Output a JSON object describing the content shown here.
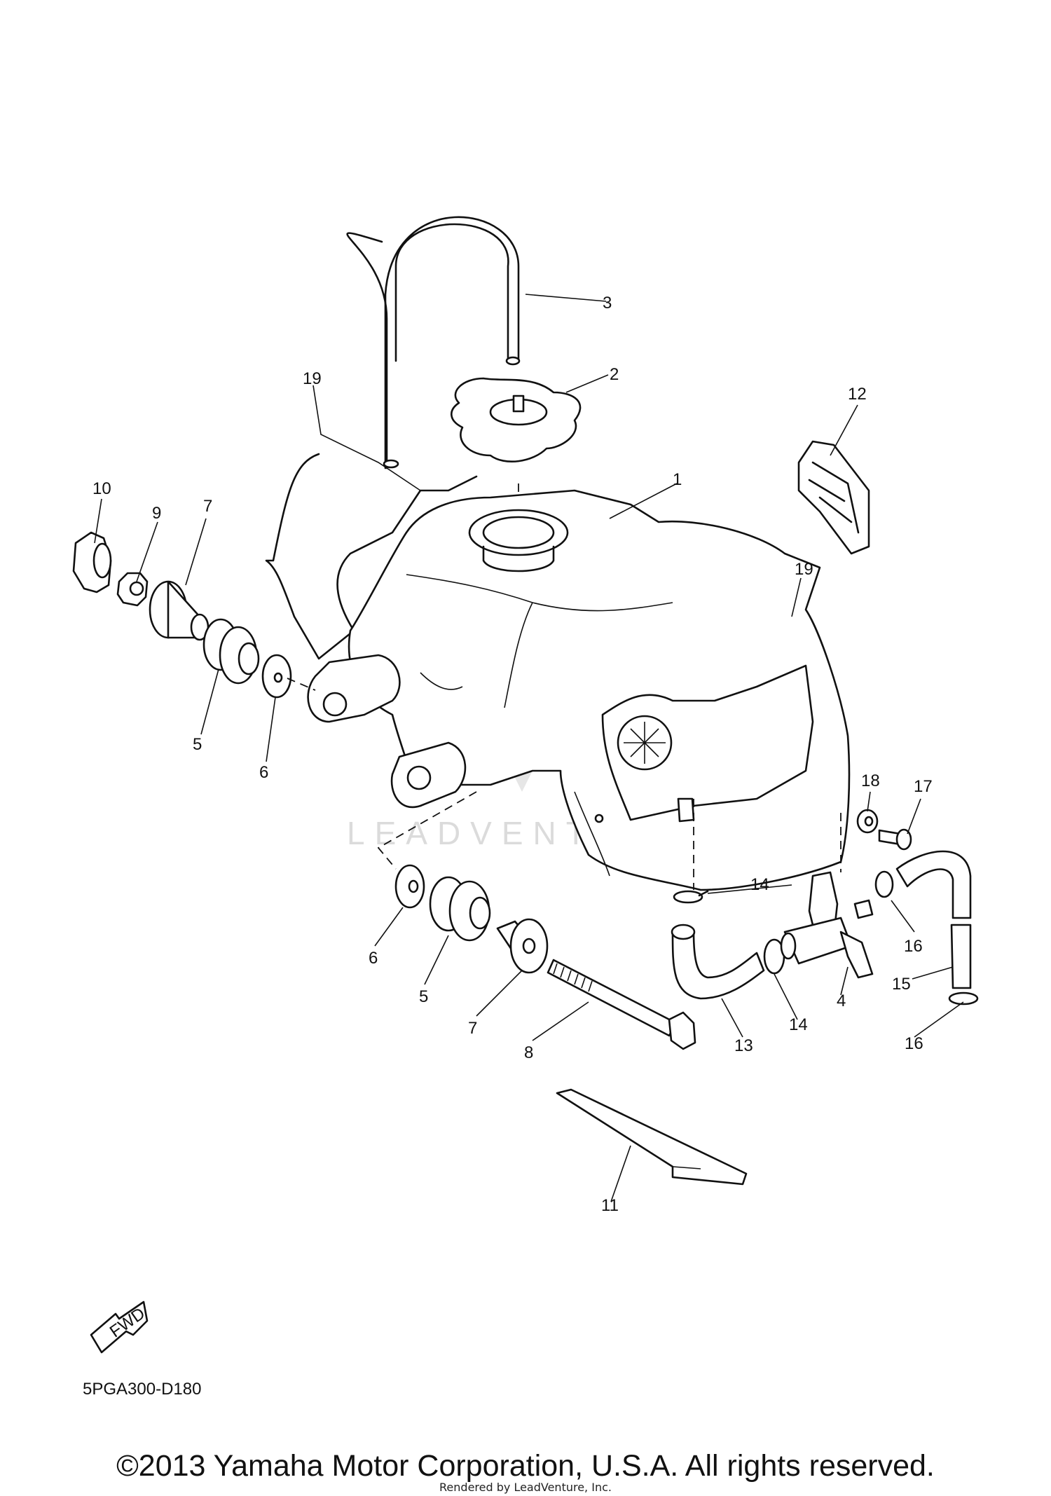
{
  "callouts": [
    "1",
    "2",
    "3",
    "4",
    "5",
    "5",
    "6",
    "6",
    "7",
    "7",
    "8",
    "9",
    "10",
    "11",
    "12",
    "13",
    "14",
    "14",
    "15",
    "16",
    "16",
    "17",
    "18",
    "19",
    "19"
  ],
  "watermark": "LEADVENTURE",
  "fwd_label": "FWD",
  "diagram_code": "5PGA300-D180",
  "copyright": "©2013 Yamaha Motor Corporation, U.S.A. All rights reserved.",
  "rendered_by": "Rendered by LeadVenture, Inc."
}
